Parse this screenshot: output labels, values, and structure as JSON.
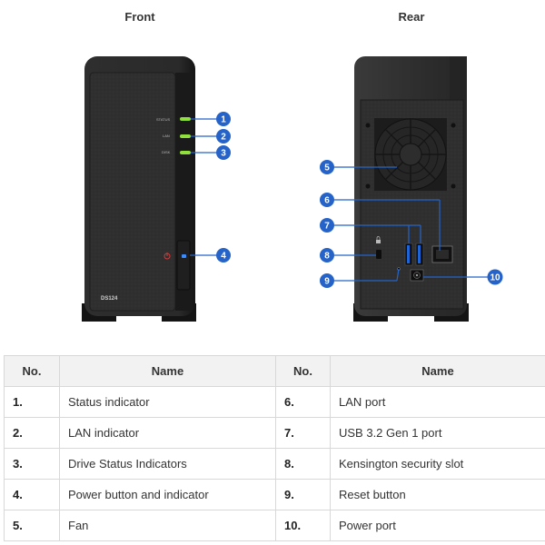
{
  "views": {
    "front_title": "Front",
    "rear_title": "Rear"
  },
  "device": {
    "model": "DS124"
  },
  "front_leds": [
    "STATUS",
    "LAN",
    "DISK"
  ],
  "callouts": [
    "1",
    "2",
    "3",
    "4",
    "5",
    "6",
    "7",
    "8",
    "9",
    "10"
  ],
  "colors": {
    "callout_fill": "#2563c9",
    "led_green": "#8fe03a",
    "power_icon_red": "#d33a3a",
    "power_blue": "#3a8dff"
  },
  "table": {
    "headers": [
      "No.",
      "Name",
      "No.",
      "Name"
    ],
    "rows": [
      [
        "1.",
        "Status indicator",
        "6.",
        "LAN port"
      ],
      [
        "2.",
        "LAN indicator",
        "7.",
        "USB 3.2 Gen 1 port"
      ],
      [
        "3.",
        "Drive Status Indicators",
        "8.",
        "Kensington security slot"
      ],
      [
        "4.",
        "Power button and indicator",
        "9.",
        "Reset button"
      ],
      [
        "5.",
        "Fan",
        "10.",
        "Power port"
      ]
    ]
  }
}
